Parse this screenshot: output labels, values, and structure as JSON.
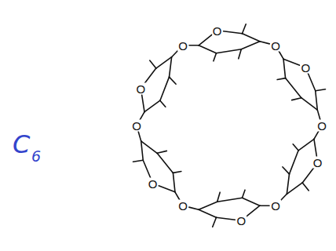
{
  "diagram": {
    "labels": [
      "C",
      "6",
      "O",
      "O",
      "O",
      "O",
      "O",
      "O",
      "O",
      "O",
      "O",
      "O",
      "O",
      "O"
    ]
  }
}
